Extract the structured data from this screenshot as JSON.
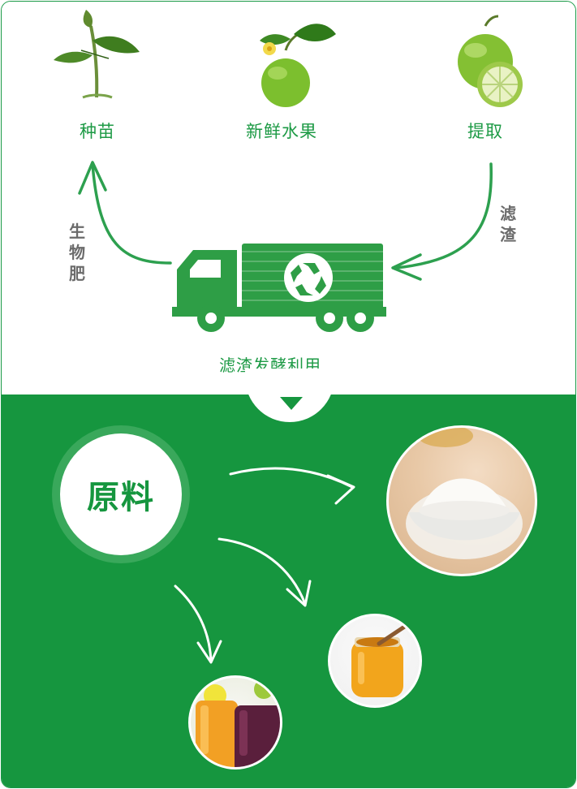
{
  "top": {
    "nodes": [
      {
        "label": "种苗",
        "icon": "seedling-icon"
      },
      {
        "label": "新鲜水果",
        "icon": "lime-fruit-icon"
      },
      {
        "label": "提取",
        "icon": "sliced-lime-icon"
      }
    ],
    "side_labels": {
      "left": "生物肥",
      "right": "滤渣"
    },
    "truck_label": "滤渣发酵利用",
    "truck_icon": "recycling-truck-icon"
  },
  "bottom": {
    "raw_label": "原料",
    "products": [
      {
        "icon": "powder-bowl-photo"
      },
      {
        "icon": "honey-jar-photo"
      },
      {
        "icon": "juice-glasses-photo"
      }
    ]
  },
  "colors": {
    "brand_green": "#16963f",
    "text_green": "#1d9a45",
    "side_gray": "#6b6b6b"
  }
}
